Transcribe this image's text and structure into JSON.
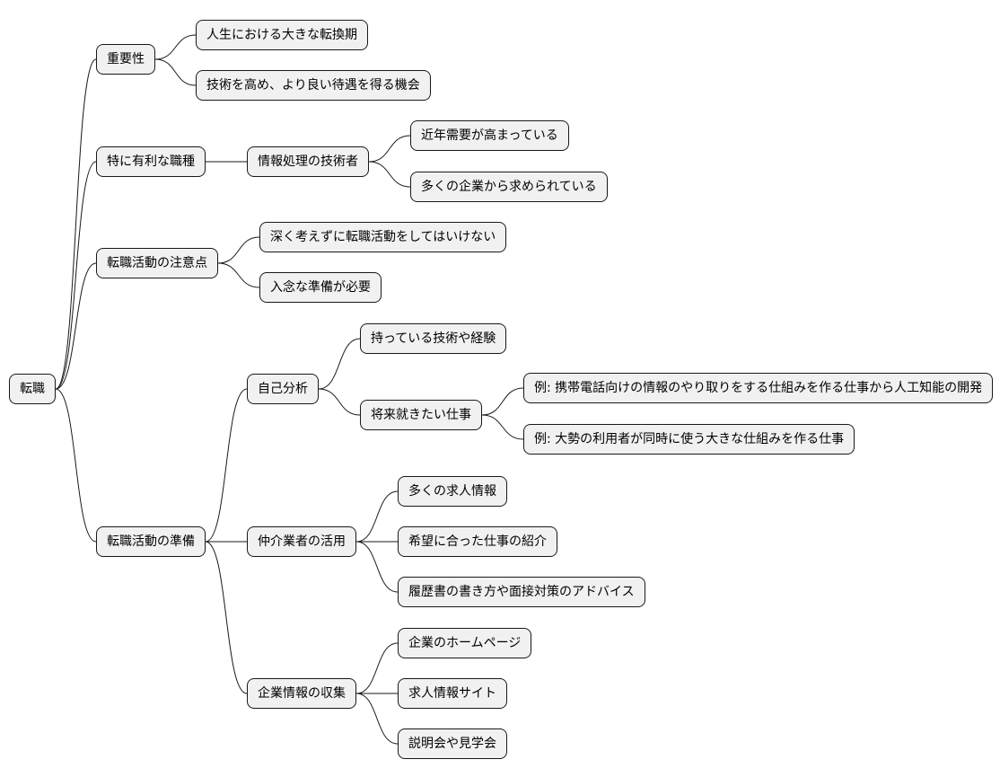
{
  "root": "転職",
  "branches": [
    {
      "label": "重要性",
      "children": [
        {
          "label": "人生における大きな転換期"
        },
        {
          "label": "技術を高め、より良い待遇を得る機会"
        }
      ]
    },
    {
      "label": "特に有利な職種",
      "children": [
        {
          "label": "情報処理の技術者",
          "children": [
            {
              "label": "近年需要が高まっている"
            },
            {
              "label": "多くの企業から求められている"
            }
          ]
        }
      ]
    },
    {
      "label": "転職活動の注意点",
      "children": [
        {
          "label": "深く考えずに転職活動をしてはいけない"
        },
        {
          "label": "入念な準備が必要"
        }
      ]
    },
    {
      "label": "転職活動の準備",
      "children": [
        {
          "label": "自己分析",
          "children": [
            {
              "label": "持っている技術や経験"
            },
            {
              "label": "将来就きたい仕事",
              "children": [
                {
                  "label": "例: 携帯電話向けの情報のやり取りをする仕組みを作る仕事から人工知能の開発"
                },
                {
                  "label": "例: 大勢の利用者が同時に使う大きな仕組みを作る仕事"
                }
              ]
            }
          ]
        },
        {
          "label": "仲介業者の活用",
          "children": [
            {
              "label": "多くの求人情報"
            },
            {
              "label": "希望に合った仕事の紹介"
            },
            {
              "label": "履歴書の書き方や面接対策のアドバイス"
            }
          ]
        },
        {
          "label": "企業情報の収集",
          "children": [
            {
              "label": "企業のホームページ"
            },
            {
              "label": "求人情報サイト"
            },
            {
              "label": "説明会や見学会"
            }
          ]
        }
      ]
    }
  ]
}
